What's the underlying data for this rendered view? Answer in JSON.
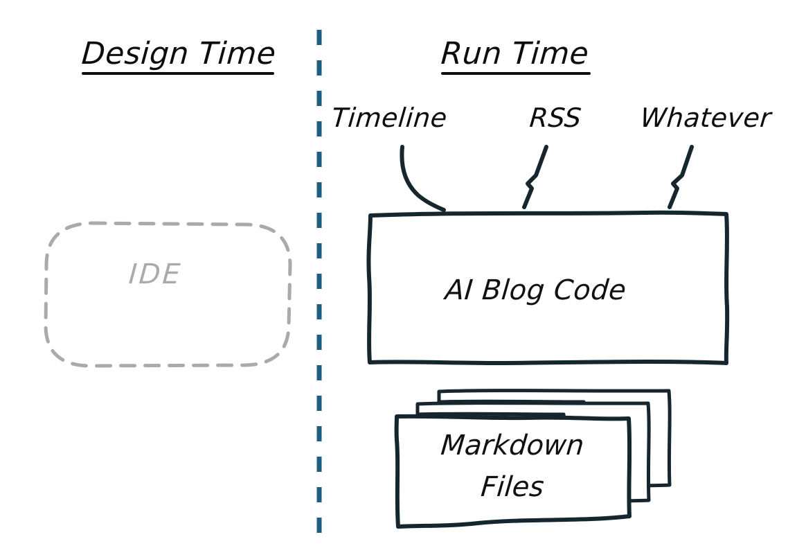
{
  "diagram": {
    "title_left": "Design Time",
    "title_right": "Run Time",
    "background_color": "#ffffff",
    "ink_color": "#16262f",
    "divider_color": "#1d5f80",
    "ghost_color": "#aaaaaa",
    "text_color": "#0d0d0d"
  },
  "panels": {
    "design_time": {
      "heading": "Design Time",
      "ide_box": {
        "label": "IDE",
        "style": "dashed-rounded-rectangle",
        "stroke_color": "#aaaaaa"
      }
    },
    "run_time": {
      "heading": "Run Time",
      "output_taps": [
        {
          "label": "Timeline",
          "connector": "curved"
        },
        {
          "label": "RSS",
          "connector": "straight-kinked"
        },
        {
          "label": "Whatever",
          "connector": "straight-kinked"
        }
      ],
      "code_box": {
        "label": "AI Blog Code",
        "style": "hand-drawn-rectangle",
        "stroke_color": "#16262f"
      },
      "files_stack": {
        "label_line1": "Markdown",
        "label_line2": "Files",
        "sheet_count": 3,
        "style": "hand-drawn-stacked-sheets",
        "stroke_color": "#16262f"
      }
    }
  },
  "divider": {
    "orientation": "vertical",
    "style": "dashed",
    "color": "#1d5f80"
  }
}
